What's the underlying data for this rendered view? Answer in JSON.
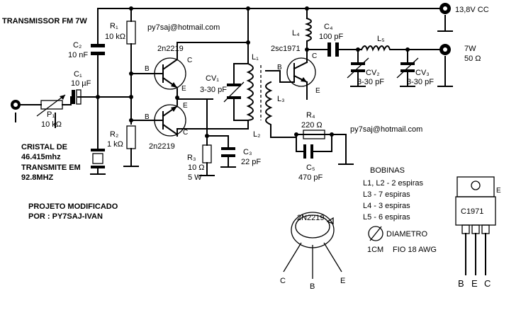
{
  "title": "TRANSMISSOR FM 7W",
  "email_top": "py7saj@hotmail.com",
  "email_mid": "py7saj@hotmail.com",
  "supply": "13,8V CC",
  "output": {
    "power": "7W",
    "impedance": "50 Ω"
  },
  "components": {
    "r1": {
      "label": "R₁",
      "value": "10 kΩ"
    },
    "r2": {
      "label": "R₂",
      "value": "1 kΩ"
    },
    "c1": {
      "label": "C₁",
      "value": "10 µF"
    },
    "c2": {
      "label": "C₂",
      "value": "10 nF"
    },
    "p1": {
      "label": "P₁",
      "value": "10 kΩ"
    },
    "q_upper": {
      "part": "2n2219",
      "b": "B",
      "c": "C",
      "e": "E"
    },
    "q_lower": {
      "part": "2n2219",
      "b": "B",
      "c": "C",
      "e": "E"
    },
    "cv1": {
      "label": "CV₁",
      "value": "3-30 pF"
    },
    "l1": "L₁",
    "l2": "L₂",
    "l3": "L₃",
    "l4": "L₄",
    "l5": "L₅",
    "r3": {
      "label": "R₃",
      "resistance": "10 Ω",
      "power": "5 W"
    },
    "c3": {
      "label": "C₃",
      "value": "22 pF"
    },
    "q_out": {
      "part": "2sc1971",
      "b": "B",
      "c": "C",
      "e": "E"
    },
    "c4": {
      "label": "C₄",
      "value": "100 pF"
    },
    "cv2": {
      "label": "CV₂",
      "value": "3-30 pF"
    },
    "cv3": {
      "label": "CV₃",
      "value": "3-30 pF"
    },
    "r4": {
      "label": "R₄",
      "value": "220 Ω"
    },
    "c5": {
      "label": "C₅",
      "value": "470 pF"
    }
  },
  "notes": {
    "crystal": [
      "CRISTAL DE",
      "46.415mhz",
      "TRANSMITE EM",
      "92.8MHZ"
    ],
    "modified": [
      "PROJETO MODIFICADO",
      "POR : PY7SAJ-IVAN"
    ]
  },
  "bobinas": {
    "title": "BOBINAS",
    "rows": [
      "L1, L2 - 2 espiras",
      "L3 - 7 espiras",
      "L4 - 3 espiras",
      "L5 - 6 espiras"
    ],
    "diameter_label": "DIAMETRO",
    "diameter_value": "1CM",
    "wire": "FIO 18 AWG"
  },
  "pinout_2n2219": {
    "label": "2N2219",
    "pins": [
      "C",
      "B",
      "E"
    ]
  },
  "pinout_c1971": {
    "label": "C1971",
    "mark": "E",
    "pins": [
      "B",
      "E",
      "C"
    ]
  }
}
